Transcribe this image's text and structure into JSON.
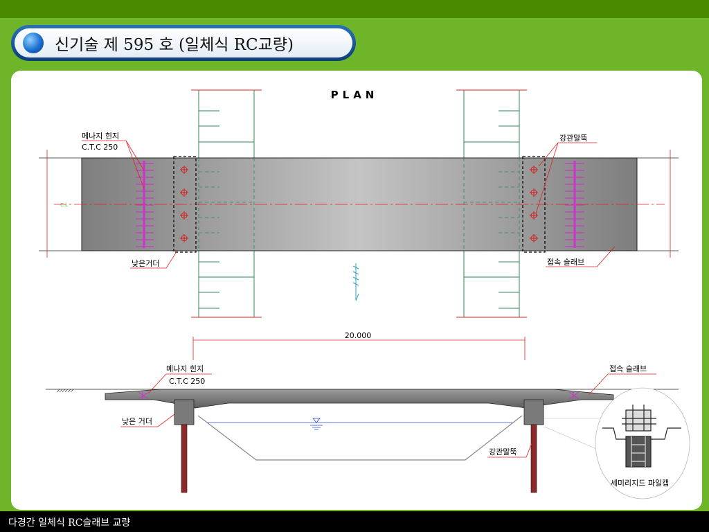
{
  "header": {
    "title": "신기술 제 595 호 (일체식 RC교량)"
  },
  "footer": {
    "caption": "다경간 일체식 RC슬래브 교량"
  },
  "plan": {
    "title": "PLAN",
    "labels": {
      "hinge": "메나지 힌지",
      "ctc": "C.T.C 250",
      "low_girder": "낮은거더",
      "steel_pile": "강관말뚝",
      "approach_slab": "접속 슬래브",
      "centerline": "C.L"
    }
  },
  "elevation": {
    "span": "20.000",
    "labels": {
      "hinge": "메나지 힌지",
      "ctc": "C.T.C 250",
      "low_girder": "낮은 거더",
      "approach_slab": "접속 슬래브",
      "steel_pile": "강관말뚝",
      "pile_cap": "세미리지드 파일캡"
    }
  },
  "colors": {
    "top_bar": "#4a8a00",
    "background": "#6fb52a",
    "hinge": "#cc33cc",
    "dimension": "#e02020",
    "grid": "#2a8a5a"
  }
}
